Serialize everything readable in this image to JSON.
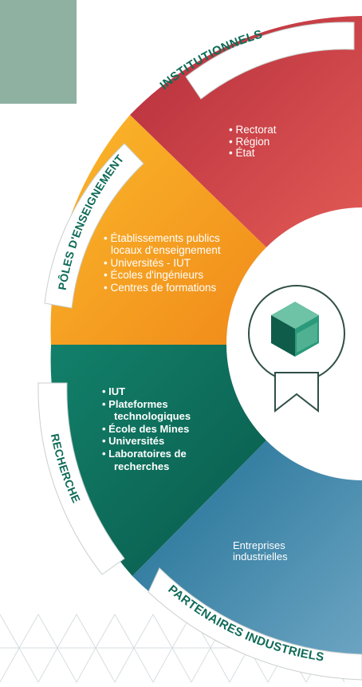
{
  "diagram": {
    "segments": [
      {
        "id": "institutionnels",
        "title": "INSTITUTIONNELS",
        "color": "#cf4346",
        "items": [
          "• Rectorat",
          "• Région",
          "• État"
        ]
      },
      {
        "id": "poles",
        "title": "PÔLES D'ENSEIGNEMENT",
        "color": "#f4a51d",
        "items": [
          "• Établissements publics",
          "locaux d'enseignement",
          "• Universités - IUT",
          "• Écoles d'ingénieurs",
          "• Centres de formations"
        ]
      },
      {
        "id": "recherche",
        "title": "RECHERCHE",
        "color": "#0f7762",
        "items": [
          "• IUT",
          "• Plateformes",
          "technologiques",
          "• École des Mines",
          "• Universités",
          "• Laboratoires de",
          "recherches"
        ]
      },
      {
        "id": "partenaires",
        "title": "PARTENAIRES INDUSTRIELS",
        "color": "#3c8bb2",
        "items": [
          "Entreprises",
          "industrielles"
        ]
      }
    ],
    "colors": {
      "tab_text": "#0e6b57",
      "accent_square": "#8eb1a2",
      "center_ring": "#2f4f47",
      "logo_dark": "#0f5c4a",
      "logo_mid": "#2a9a7a",
      "logo_light": "#6ec2a5"
    }
  }
}
